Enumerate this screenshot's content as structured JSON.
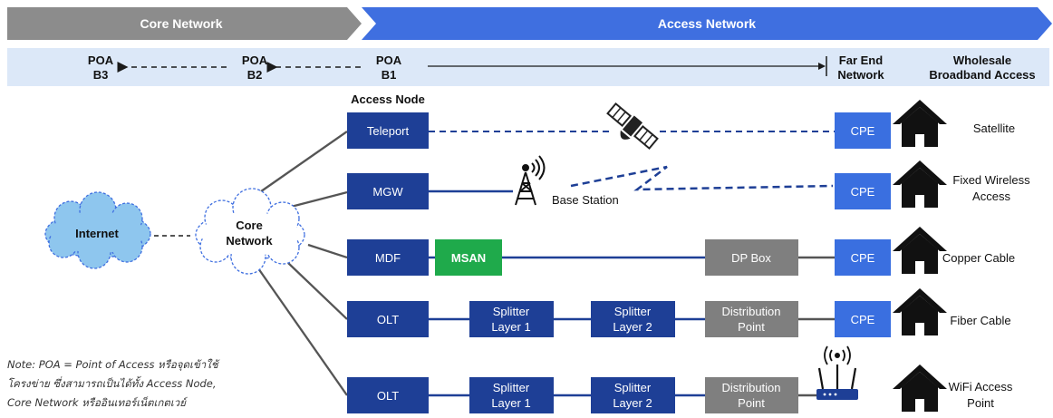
{
  "header": {
    "core_network": "Core Network",
    "access_network": "Access Network"
  },
  "poa": {
    "b3": [
      "POA",
      "B3"
    ],
    "b2": [
      "POA",
      "B2"
    ],
    "b1": [
      "POA",
      "B1"
    ],
    "far_end": [
      "Far End",
      "Network"
    ],
    "wholesale": [
      "Wholesale",
      "Broadband Access"
    ]
  },
  "access_node_title": "Access Node",
  "clouds": {
    "internet": "Internet",
    "core": [
      "Core",
      "Network"
    ]
  },
  "rows": [
    {
      "node": "Teleport",
      "cpe": "CPE",
      "label": [
        "Satellite"
      ]
    },
    {
      "node": "MGW",
      "base_station": "Base Station",
      "cpe": "CPE",
      "label": [
        "Fixed Wireless",
        "Access"
      ]
    },
    {
      "node": "MDF",
      "msan": "MSAN",
      "dp_box": "DP Box",
      "cpe": "CPE",
      "label": [
        "Copper Cable"
      ]
    },
    {
      "node": "OLT",
      "splitter1": [
        "Splitter",
        "Layer 1"
      ],
      "splitter2": [
        "Splitter",
        "Layer 2"
      ],
      "dist": [
        "Distribution",
        "Point"
      ],
      "cpe": "CPE",
      "label": [
        "Fiber Cable"
      ]
    },
    {
      "node": "OLT",
      "splitter1": [
        "Splitter",
        "Layer 1"
      ],
      "splitter2": [
        "Splitter",
        "Layer 2"
      ],
      "dist": [
        "Distribution",
        "Point"
      ],
      "label": [
        "WiFi Access",
        "Point"
      ]
    }
  ],
  "note": [
    "Note: POA = Point of Access หรือจุดเข้าใช้",
    "โครงข่าย ซึ่งสามารถเป็นได้ทั้ง Access Node,",
    "Core Network หรืออินเทอร์เน็ตเกตเวย์"
  ],
  "colors": {
    "core_header": "#8c8c8c",
    "access_header": "#3f6fe0",
    "poa_band": "#dce8f8",
    "node_blue": "#1e3f96",
    "cpe_blue": "#3a6fe0",
    "msan_green": "#1faa4b",
    "gray_box": "#7f7f7f",
    "cloud": "#8ec6ee"
  }
}
